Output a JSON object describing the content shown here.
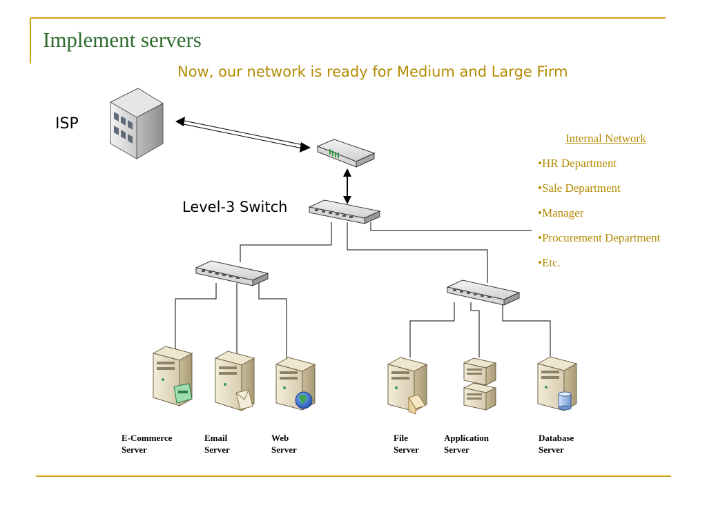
{
  "slide": {
    "title": "Implement servers",
    "subtitle": "Now, our network is ready for Medium and Large Firm"
  },
  "labels": {
    "isp": "ISP",
    "level3_switch": "Level-3 Switch"
  },
  "internal_network": {
    "title": "Internal Network",
    "items": [
      "•HR Department",
      "•Sale Department",
      "•Manager",
      "•Procurement Department",
      "•Etc."
    ]
  },
  "servers": [
    {
      "line1": "E-Commerce",
      "line2": "Server"
    },
    {
      "line1": "Email",
      "line2": "Server"
    },
    {
      "line1": "Web",
      "line2": "Server"
    },
    {
      "line1": "File",
      "line2": "Server"
    },
    {
      "line1": "Application",
      "line2": "Server"
    },
    {
      "line1": "Database",
      "line2": "Server"
    }
  ],
  "colors": {
    "accent": "#d4a017",
    "title": "#2e6b2e",
    "subtitle": "#b38a00"
  }
}
